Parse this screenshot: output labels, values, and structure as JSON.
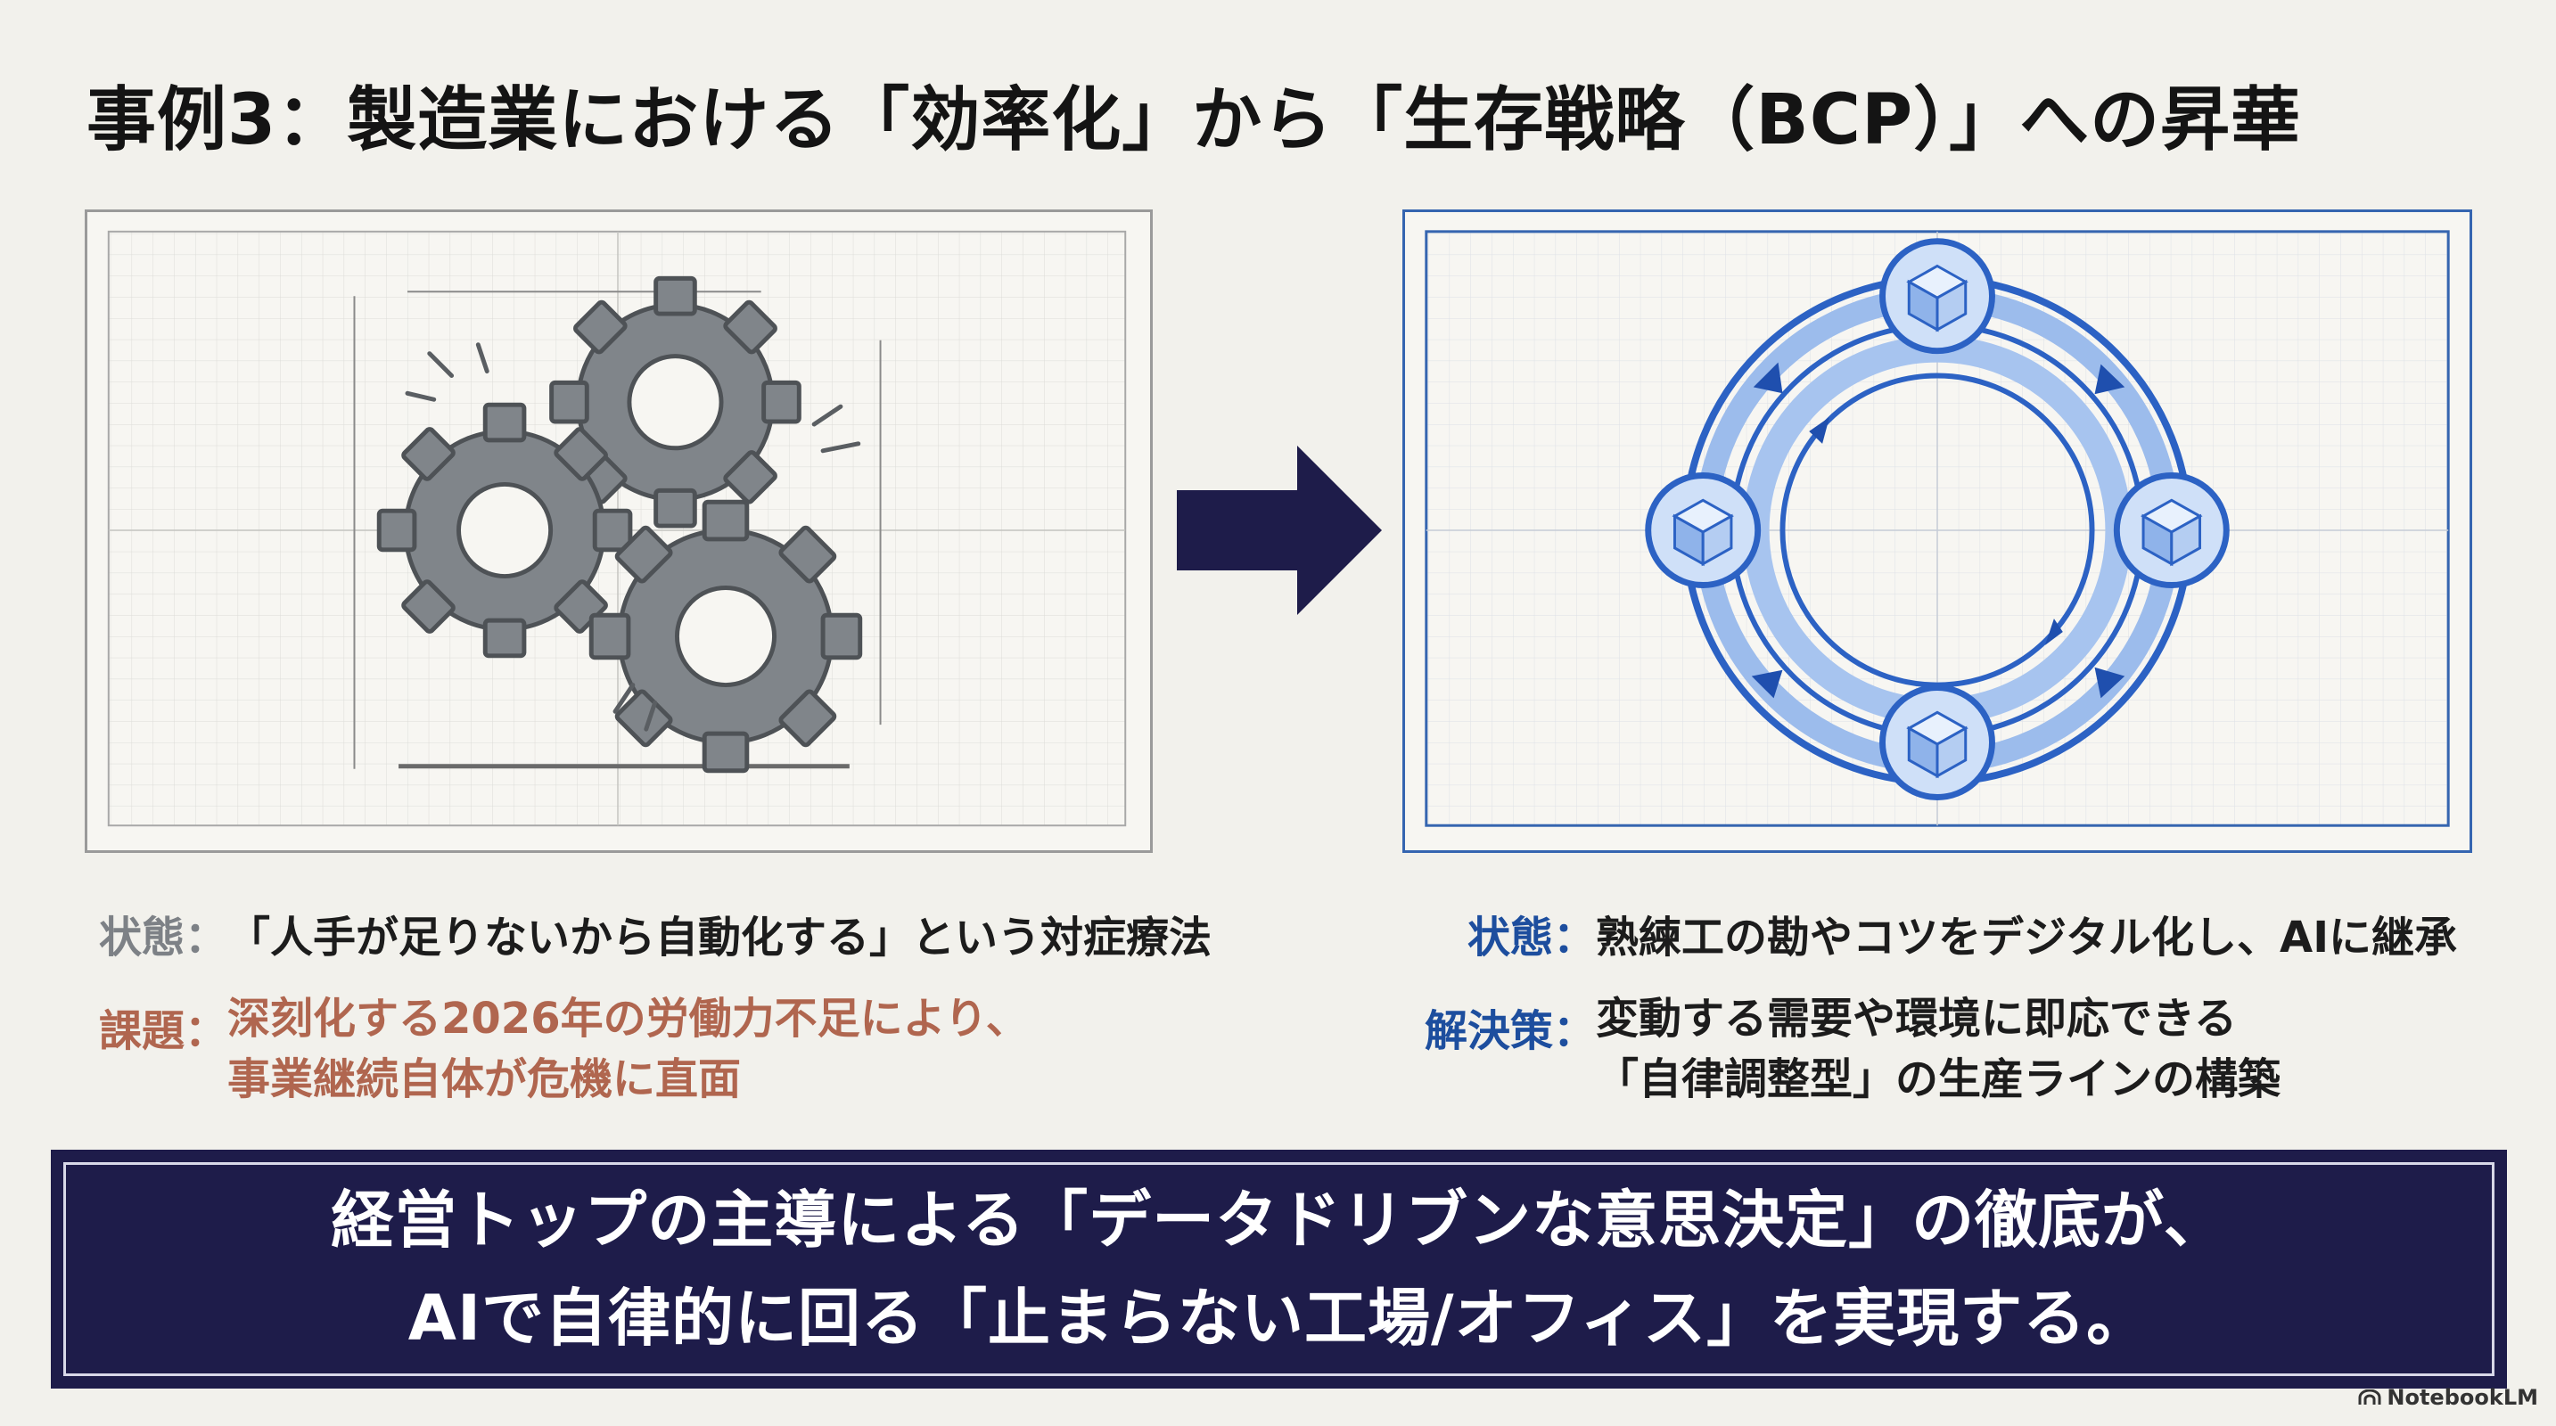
{
  "title": "事例3：製造業における「効率化」から「生存戦略（BCP）」への昇華",
  "left": {
    "state_label": "状態：",
    "state_text": "「人手が足りないから自動化する」という対症療法",
    "issue_label": "課題：",
    "issue_lines": [
      "深刻化する2026年の労働力不足により、",
      "事業継続自体が危機に直面"
    ],
    "icon": "gears-icon"
  },
  "right": {
    "state_label": "状態：",
    "state_text": "熟練工の勘やコツをデジタル化し、AIに継承",
    "solution_label": "解決策：",
    "solution_lines": [
      "変動する需要や環境に即応できる",
      "「自律調整型」の生産ラインの構築"
    ],
    "icon": "cycle-network-icon"
  },
  "banner": {
    "lines": [
      "経営トップの主導による「データドリブンな意思決定」の徹底が、",
      "AIで自律的に回る「止まらない工場/オフィス」を実現する。"
    ]
  },
  "brand": "NotebookLM",
  "colors": {
    "navy": "#1e1c4a",
    "blue": "#1d4e9e",
    "issue_red": "#b0664f",
    "gear_grey": "#808488"
  }
}
